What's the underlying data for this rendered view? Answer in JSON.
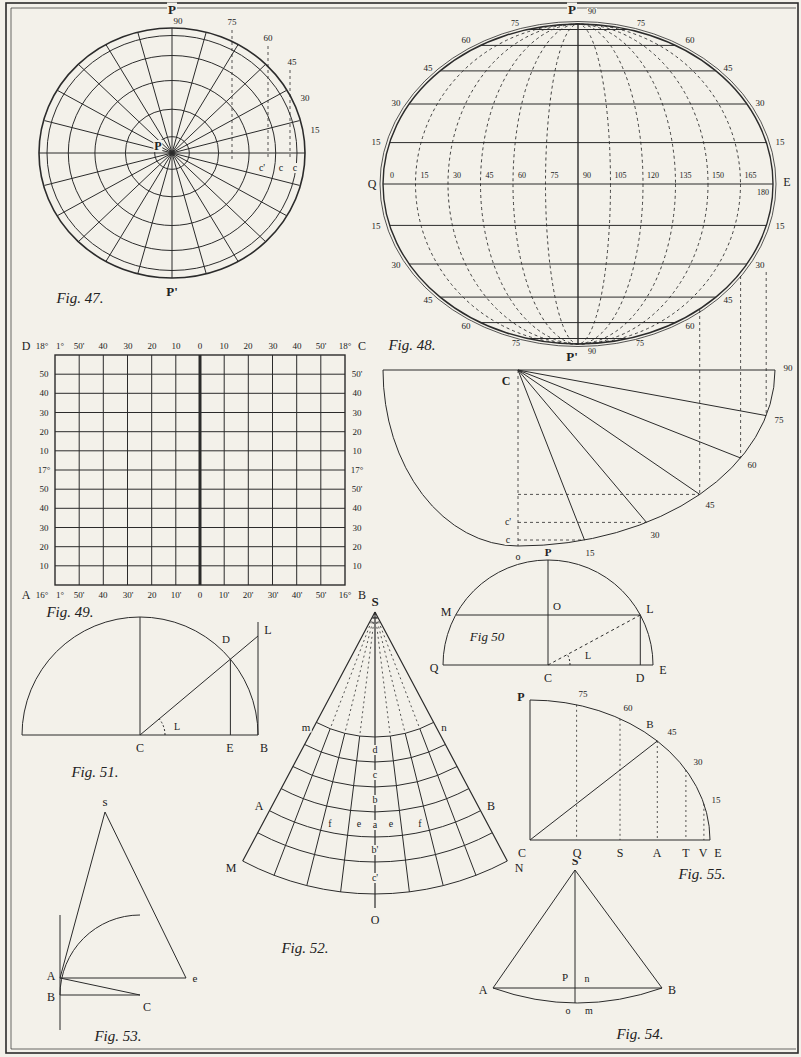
{
  "diagram": {
    "labels": [
      "P",
      "90",
      "75",
      "60",
      "45",
      "30",
      "15",
      "P",
      "c'",
      "c",
      "c",
      "P'",
      "Fig. 47.",
      "P",
      "90",
      "75",
      "75",
      "60",
      "60",
      "45",
      "45",
      "30",
      "30",
      "15",
      "15",
      "Q",
      "E",
      "0",
      "15",
      "30",
      "45",
      "60",
      "75",
      "90",
      "105",
      "120",
      "135",
      "150",
      "165",
      "180",
      "15",
      "15",
      "30",
      "30",
      "45",
      "45",
      "60",
      "60",
      "75",
      "75",
      "90",
      "P'",
      "Fig. 48.",
      "C",
      "90",
      "75",
      "60",
      "45",
      "30",
      "15",
      "c'",
      "c",
      "o",
      "D",
      "18°",
      "1°",
      "50'",
      "40",
      "30",
      "20",
      "10",
      "0",
      "10",
      "20",
      "30",
      "40",
      "50'",
      "18°",
      "C",
      "50",
      "40",
      "30",
      "20",
      "10",
      "17°",
      "50",
      "40",
      "30",
      "20",
      "10",
      "50'",
      "40",
      "30",
      "20",
      "10",
      "17°",
      "50'",
      "40",
      "30",
      "20",
      "10",
      "A",
      "16°",
      "1°",
      "50'",
      "40",
      "30'",
      "20",
      "10'",
      "0",
      "10'",
      "20'",
      "30'",
      "40'",
      "50'",
      "16°",
      "B",
      "Fig. 49.",
      "P",
      "M",
      "O",
      "L",
      "Q",
      "C",
      "L",
      "D",
      "E",
      "Fig 50",
      "L",
      "D",
      "C",
      "L",
      "E",
      "B",
      "Fig. 51.",
      "S",
      "m",
      "n",
      "d",
      "c",
      "b",
      "A",
      "f",
      "e",
      "a",
      "e",
      "f",
      "B",
      "b'",
      "c'",
      "M",
      "N",
      "O",
      "Fig. 52.",
      "s",
      "A",
      "B",
      "C",
      "e",
      "Fig. 53.",
      "S",
      "A",
      "B",
      "P",
      "n",
      "o",
      "m",
      "Fig. 54.",
      "P",
      "75",
      "60",
      "B",
      "45",
      "30",
      "15",
      "C",
      "Q",
      "S",
      "A",
      "T",
      "V",
      "E",
      "Fig. 55."
    ]
  }
}
